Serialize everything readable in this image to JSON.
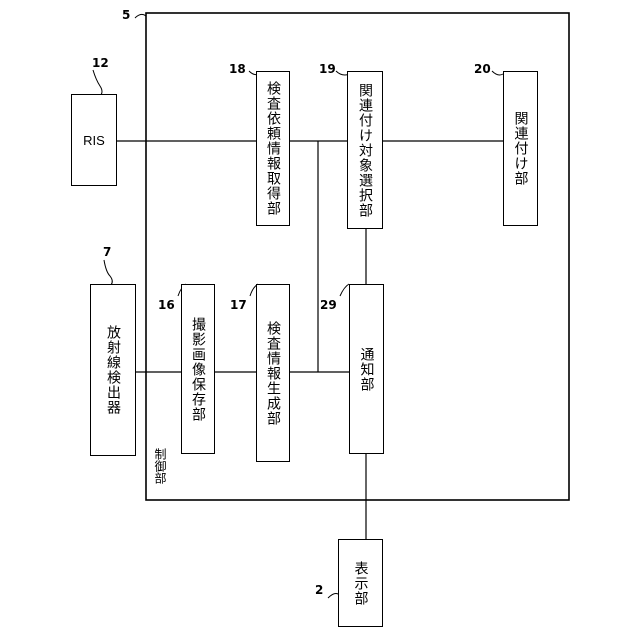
{
  "control_unit": {
    "ref": "5",
    "label": "制御部"
  },
  "blocks": {
    "ris": {
      "ref": "12",
      "label": "RIS"
    },
    "detector": {
      "ref": "7",
      "label": "放射線検出器"
    },
    "image_storage": {
      "ref": "16",
      "label": "撮影画像保存部"
    },
    "exam_info_gen": {
      "ref": "17",
      "label": "検査情報生成部"
    },
    "exam_request_acq": {
      "ref": "18",
      "label": "検査依頼情報取得部"
    },
    "assoc_target_select": {
      "ref": "19",
      "label": "関連付け対象選択部"
    },
    "association": {
      "ref": "20",
      "label": "関連付け部"
    },
    "notification": {
      "ref": "29",
      "label": "通知部"
    },
    "display": {
      "ref": "2",
      "label": "表示部"
    }
  }
}
